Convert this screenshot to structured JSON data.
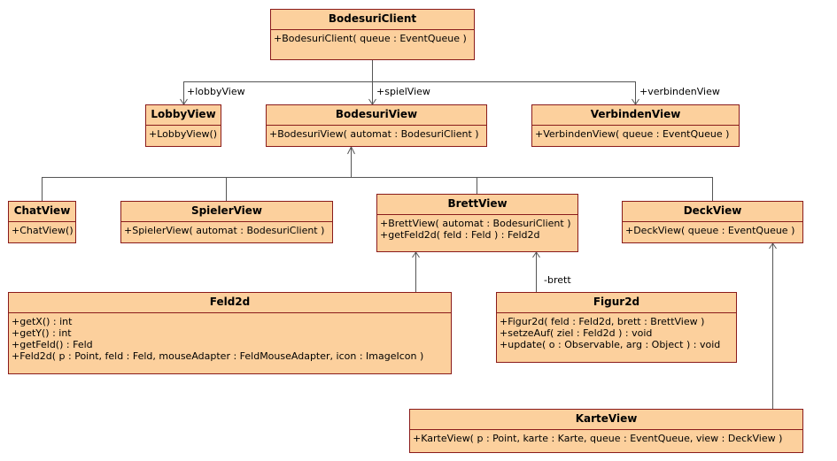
{
  "classes": {
    "bodesuri_client": {
      "name": "BodesuriClient",
      "ops": [
        "+BodesuriClient( queue : EventQueue )"
      ]
    },
    "lobby_view": {
      "name": "LobbyView",
      "ops": [
        "+LobbyView()"
      ]
    },
    "bodesuri_view": {
      "name": "BodesuriView",
      "ops": [
        "+BodesuriView( automat : BodesuriClient )"
      ]
    },
    "verbinden_view": {
      "name": "VerbindenView",
      "ops": [
        "+VerbindenView( queue : EventQueue )"
      ]
    },
    "chat_view": {
      "name": "ChatView",
      "ops": [
        "+ChatView()"
      ]
    },
    "spieler_view": {
      "name": "SpielerView",
      "ops": [
        "+SpielerView( automat : BodesuriClient )"
      ]
    },
    "brett_view": {
      "name": "BrettView",
      "ops": [
        "+BrettView( automat : BodesuriClient )",
        "+getFeld2d( feld : Feld ) : Feld2d"
      ]
    },
    "deck_view": {
      "name": "DeckView",
      "ops": [
        "+DeckView( queue : EventQueue )"
      ]
    },
    "feld2d": {
      "name": "Feld2d",
      "ops": [
        "+getX() : int",
        "+getY() : int",
        "+getFeld() : Feld",
        "+Feld2d( p : Point, feld : Feld, mouseAdapter : FeldMouseAdapter, icon : ImageIcon )"
      ]
    },
    "figur2d": {
      "name": "Figur2d",
      "ops": [
        "+Figur2d( feld : Feld2d, brett : BrettView )",
        "+setzeAuf( ziel : Feld2d ) : void",
        "+update( o : Observable, arg : Object ) : void"
      ]
    },
    "karte_view": {
      "name": "KarteView",
      "ops": [
        "+KarteView( p : Point, karte : Karte, queue : EventQueue, view : DeckView )"
      ]
    }
  },
  "labels": {
    "lobby_view": "+lobbyView",
    "spiel_view": "+spielView",
    "verbinden_view": "+verbindenView",
    "brett": "-brett"
  }
}
